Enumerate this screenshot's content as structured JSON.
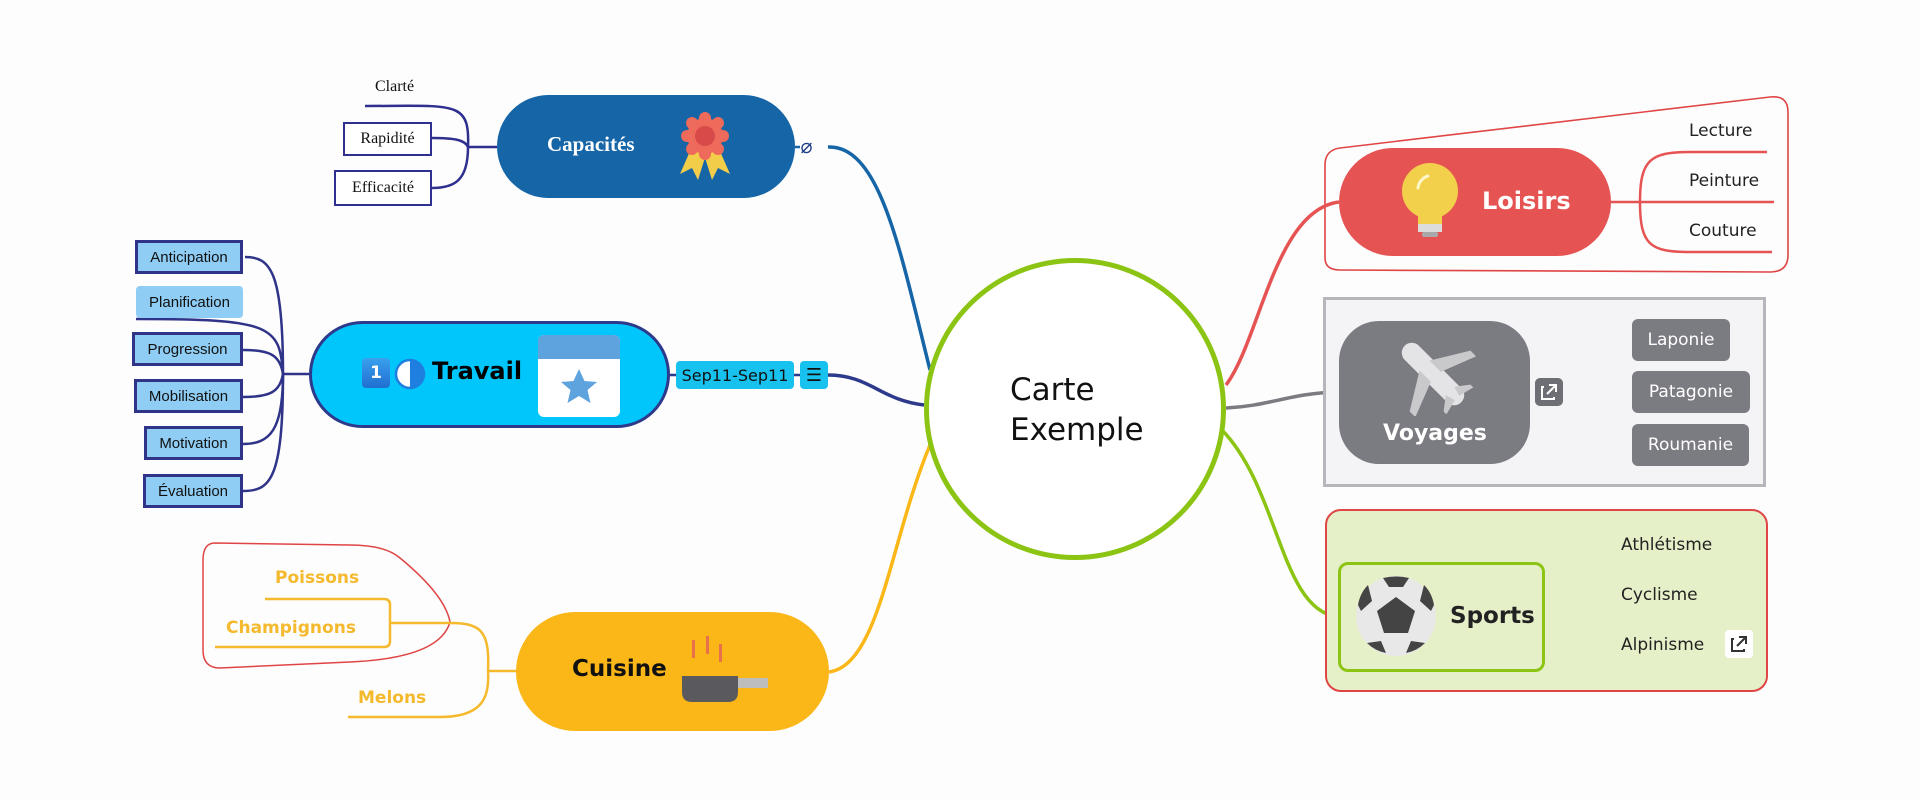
{
  "central": {
    "line1": "Carte",
    "line2": "Exemple"
  },
  "colors": {
    "central_border": "#8cc414",
    "capacites": "#1565a7",
    "travail": "#00c6fb",
    "travail_line": "#2d3a8c",
    "cuisine": "#fbb718",
    "loisirs": "#e65353",
    "voyages": "#7b7b82",
    "sports_border": "#8cc414",
    "boundary_red": "#e04545"
  },
  "capacites": {
    "label": "Capacités",
    "icon": "award-ribbon-icon",
    "marker": "link-slash-icon",
    "children": [
      "Clarté",
      "Rapidité",
      "Efficacité"
    ]
  },
  "travail": {
    "label": "Travail",
    "priority": "1",
    "progress_icon": "half-progress-icon",
    "image": "calendar-star-icon",
    "date_range": "Sep11-Sep11",
    "notes_icon": "notes-icon",
    "children": [
      "Anticipation",
      "Planification",
      "Progression",
      "Mobilisation",
      "Motivation",
      "Évaluation"
    ]
  },
  "cuisine": {
    "label": "Cuisine",
    "icon": "frying-pan-icon",
    "children": [
      "Poissons",
      "Champignons",
      "Melons"
    ]
  },
  "loisirs": {
    "label": "Loisirs",
    "icon": "lightbulb-icon",
    "children": [
      "Lecture",
      "Peinture",
      "Couture"
    ]
  },
  "voyages": {
    "label": "Voyages",
    "icon": "airplane-icon",
    "link_icon": "external-link-icon",
    "children": [
      "Laponie",
      "Patagonie",
      "Roumanie"
    ]
  },
  "sports": {
    "label": "Sports",
    "icon": "soccer-ball-icon",
    "children": [
      "Athlétisme",
      "Cyclisme",
      "Alpinisme"
    ],
    "link_icon": "external-link-icon"
  }
}
